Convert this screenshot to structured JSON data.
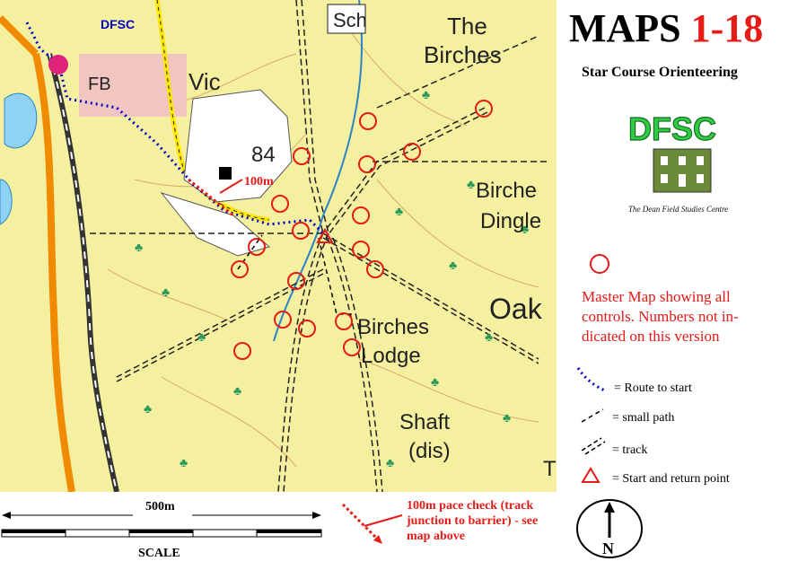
{
  "title": {
    "prefix": "MAPS",
    "numbers": "1-18"
  },
  "subtitle": "Star Course Orienteering",
  "logo": {
    "text": "DFSC",
    "subtext": "The Dean Field Studies Centre"
  },
  "master_note": "Master Map showing all controls. Numbers not in-dicated on this version",
  "legend": {
    "route": "= Route to start",
    "small_path": "= small path",
    "track": "= track",
    "start": "= Start and return point"
  },
  "scale": {
    "distance": "500m",
    "label": "SCALE"
  },
  "pace_check": "100m pace check (track junction to barrier) - see map above",
  "north": "N",
  "map_labels": {
    "dfsc": "DFSC",
    "sch": "Sch",
    "the_birches": "The Birches",
    "fb": "FB",
    "vic": "Vic",
    "spot_height": "84",
    "hundred_m": "100m",
    "birches_dingle_1": "Birche",
    "birches_dingle_2": "Dingle",
    "oak": "Oak",
    "birches_lodge_1": "Birches",
    "birches_lodge_2": "Lodge",
    "shaft_1": "Shaft",
    "shaft_2": "(dis)",
    "partial_t": "T"
  },
  "colors": {
    "accent": "#e41b17",
    "route": "#0000cc",
    "map_bg": "#f5efa0",
    "road": "#f08a00"
  }
}
